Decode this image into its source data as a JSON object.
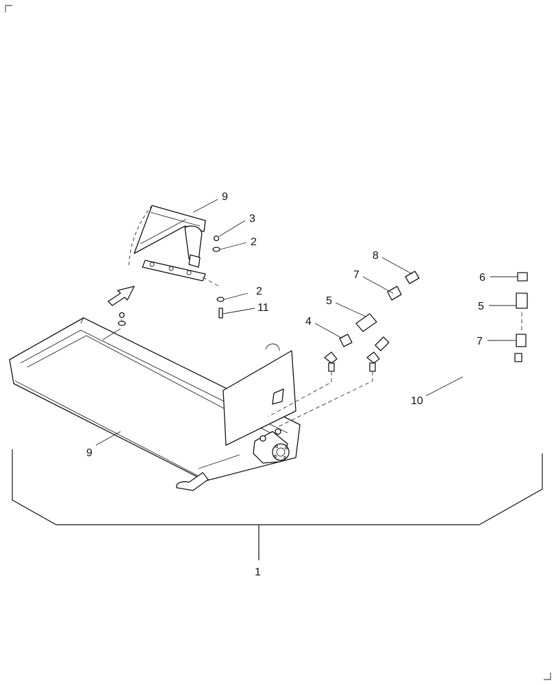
{
  "diagram": {
    "callouts": [
      {
        "id": "c9_top",
        "text": "9"
      },
      {
        "id": "c3",
        "text": "3"
      },
      {
        "id": "c2_a",
        "text": "2"
      },
      {
        "id": "c2_b",
        "text": "2"
      },
      {
        "id": "c11",
        "text": "11"
      },
      {
        "id": "c8",
        "text": "8"
      },
      {
        "id": "c7_a",
        "text": "7"
      },
      {
        "id": "c5_a",
        "text": "5"
      },
      {
        "id": "c4",
        "text": "4"
      },
      {
        "id": "c6",
        "text": "6"
      },
      {
        "id": "c5_b",
        "text": "5"
      },
      {
        "id": "c7_b",
        "text": "7"
      },
      {
        "id": "c10",
        "text": "10"
      },
      {
        "id": "c9_bottom",
        "text": "9"
      },
      {
        "id": "c1",
        "text": "1"
      }
    ]
  }
}
